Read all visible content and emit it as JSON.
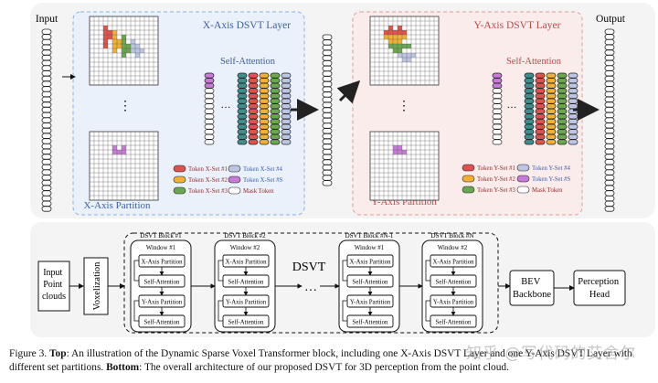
{
  "top": {
    "input_label": "Input",
    "output_label": "Output",
    "x_layer": {
      "title": "X-Axis DSVT Layer",
      "self_attention": "Self-Attention",
      "partition": "X-Axis Partition",
      "legend": [
        "Token X-Set #1",
        "Token X-Set #2",
        "Token X-Set #3",
        "Token X-Set #4",
        "Token X-Set #S",
        "Mask Token"
      ]
    },
    "y_layer": {
      "title": "Y-Axis DSVT Layer",
      "self_attention": "Self-Attention",
      "partition": "Y-Axis Partition",
      "legend": [
        "Token Y-Set #1",
        "Token Y-Set #2",
        "Token Y-Set #3",
        "Token Y-Set #4",
        "Token Y-Set #S",
        "Mask Token"
      ]
    },
    "ellipsis": "…",
    "vdots": "⋮"
  },
  "colors": {
    "red": "#e0524c",
    "orange": "#f2b134",
    "green": "#6aa84f",
    "lavender": "#bcc6e4",
    "purple": "#c77ad6",
    "teal": "#3f8e8e",
    "panel_bg": "#f4f4f4",
    "x_box_bg": "#eaf1fb",
    "x_box_border": "#8ab0e3",
    "y_box_bg": "#fbecec",
    "y_box_border": "#e49a9a"
  },
  "bottom": {
    "input": [
      "Input",
      "Point",
      "clouds"
    ],
    "voxelization": "Voxelization",
    "dsvt": "DSVT",
    "ellipsis": "···",
    "blocks": [
      {
        "title": "DSVT Block #1",
        "window": "Window #1"
      },
      {
        "title": "DSVT Block #2",
        "window": "Window #2"
      },
      {
        "title": "DSVT Block #N-1",
        "window": "Window #1"
      },
      {
        "title": "DSVT Block #N",
        "window": "Window #2"
      }
    ],
    "block_steps": [
      "X-Axis Partition",
      "Self-Attention",
      "Y-Axis Partition",
      "Self-Attention"
    ],
    "bev": [
      "BEV",
      "Backbone"
    ],
    "head": [
      "Perception",
      "Head"
    ]
  },
  "caption": {
    "label": "Figure 3.",
    "top_bold": "Top",
    "top_text": ": An illustration of the Dynamic Sparse Voxel Transformer block, including one X-Axis DSVT Layer and one Y-Axis DSVT Layer with different set partitions. ",
    "bottom_bold": "Bottom",
    "bottom_text": ": The overall architecture of our proposed DSVT for 3D perception from the point cloud."
  },
  "watermark": "知乎 @写代码的艾舍尔"
}
